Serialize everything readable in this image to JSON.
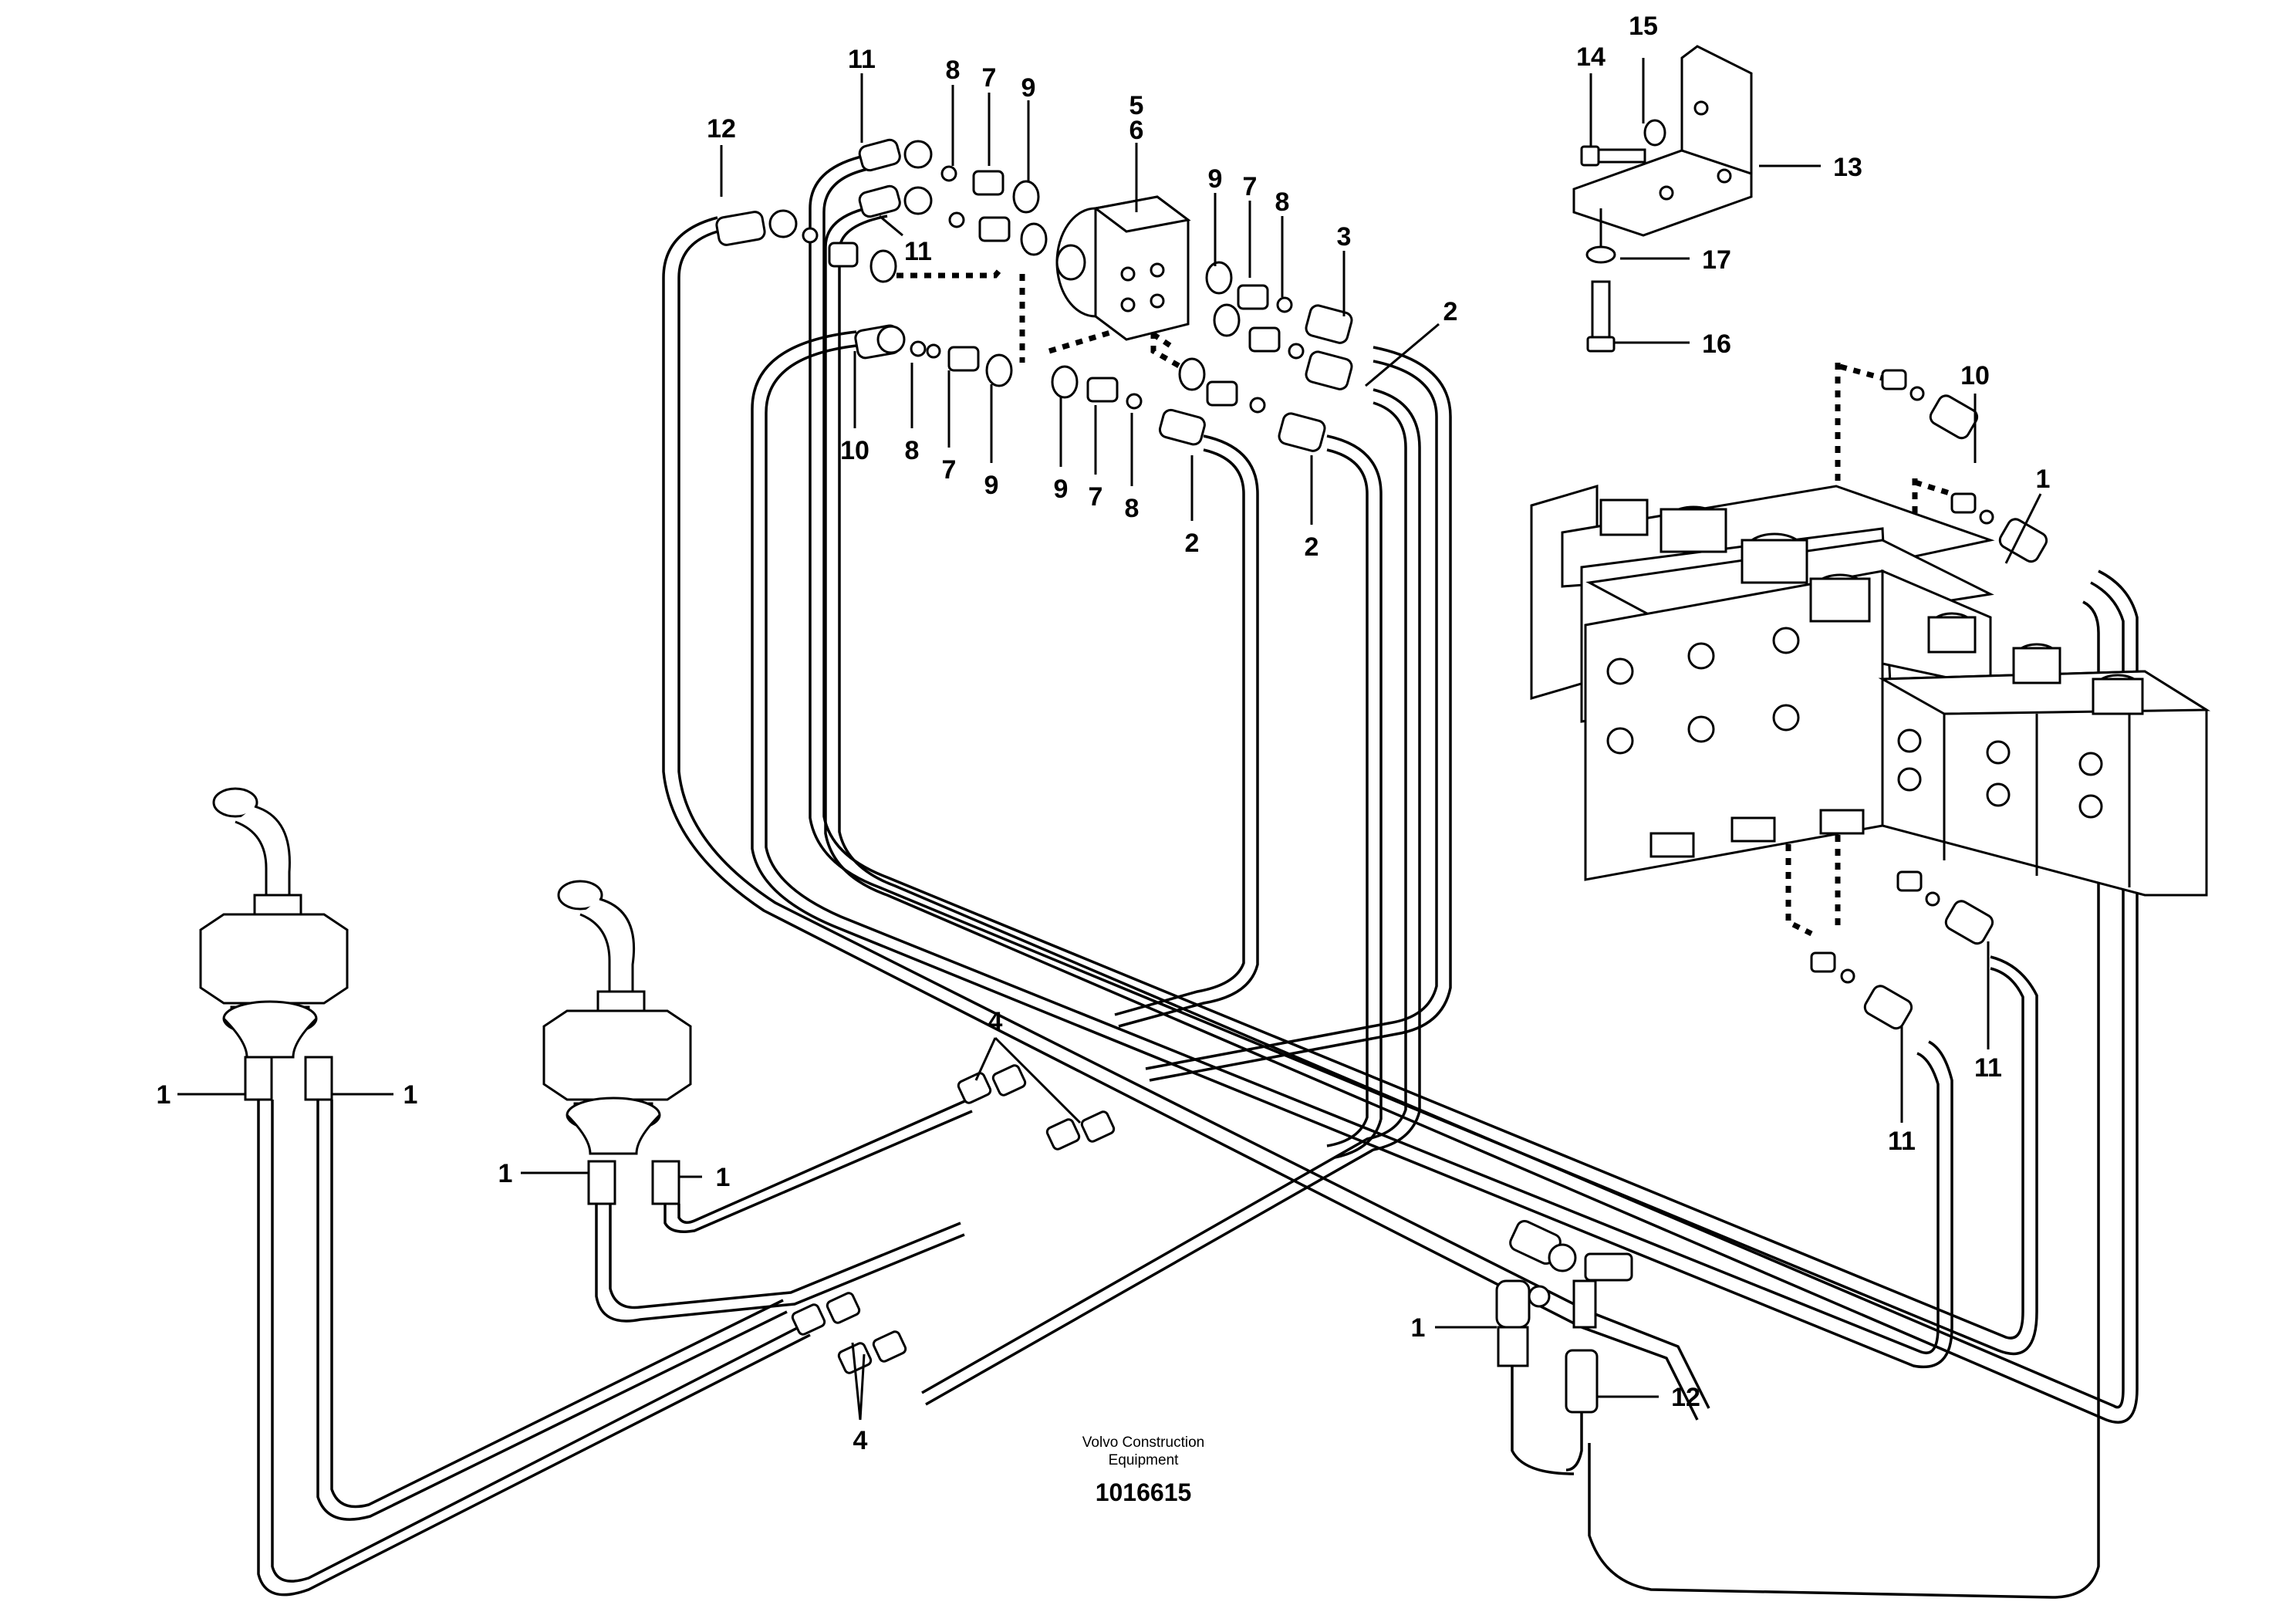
{
  "diagram": {
    "footer": {
      "line1": "Volvo Construction",
      "line2": "Equipment",
      "number": "1016615"
    },
    "callouts": {
      "c1": "1",
      "c2": "2",
      "c3": "3",
      "c4": "4",
      "c5": "5",
      "c6": "6",
      "c7": "7",
      "c8": "8",
      "c9": "9",
      "c10": "10",
      "c11": "11",
      "c12": "12",
      "c13": "13",
      "c14": "14",
      "c15": "15",
      "c16": "16",
      "c17": "17"
    }
  }
}
